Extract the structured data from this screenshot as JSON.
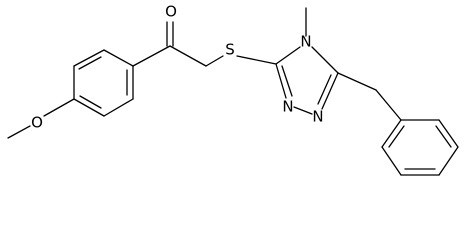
{
  "molecule": {
    "atoms": {
      "carbonyl_oxygen": "O",
      "sulfur": "S",
      "ring_nitrogen_top": "N",
      "ring_nitrogen_left": "N",
      "ring_nitrogen_bottom": "N",
      "ether_oxygen": "O"
    },
    "substituent_labels": {
      "n_methyl": "",
      "methoxy": ""
    }
  }
}
